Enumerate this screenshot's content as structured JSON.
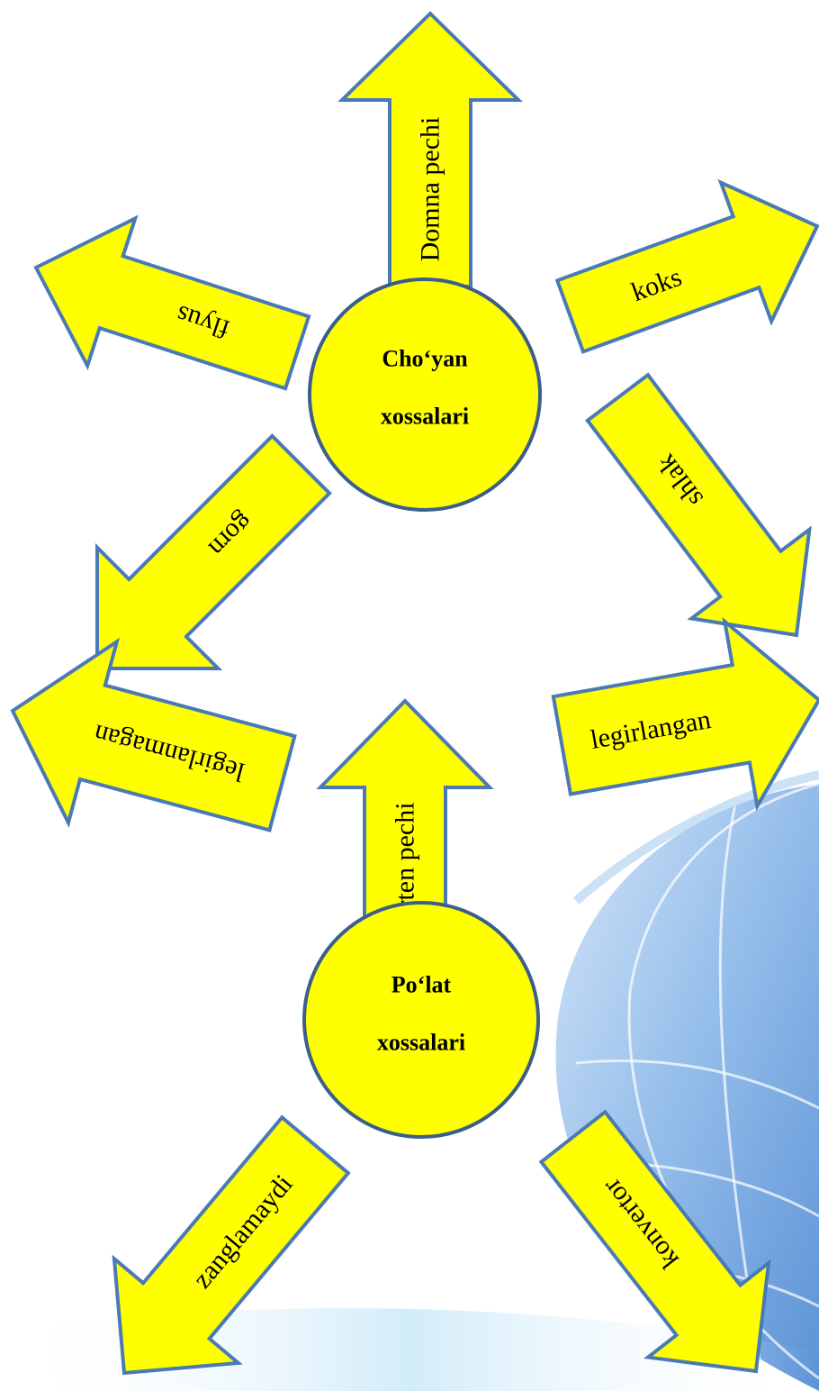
{
  "colors": {
    "shape_fill": "#ffff00",
    "arrow_stroke": "#4a7ab5",
    "circle_stroke": "#3c5f8a",
    "globe_blue": "#5b93d6"
  },
  "diagrams": [
    {
      "hub": {
        "line1": "Cho‘yan",
        "line2": "xossalari"
      },
      "arrows": [
        {
          "label": "Domna pechi",
          "direction": "up"
        },
        {
          "label": "koks",
          "direction": "up-right"
        },
        {
          "label": "shlak",
          "direction": "down-right"
        },
        {
          "label": "gorn",
          "direction": "down-left"
        },
        {
          "label": "flyus",
          "direction": "up-left"
        }
      ]
    },
    {
      "hub": {
        "line1": "Po‘lat",
        "line2": "xossalari"
      },
      "arrows": [
        {
          "label": "Marten pechi",
          "direction": "up"
        },
        {
          "label": "legirlangan",
          "direction": "up-right"
        },
        {
          "label": "konvertor",
          "direction": "down-right"
        },
        {
          "label": "zanglamaydi",
          "direction": "down-left"
        },
        {
          "label": "legirlanmagan",
          "direction": "up-left"
        }
      ]
    }
  ]
}
